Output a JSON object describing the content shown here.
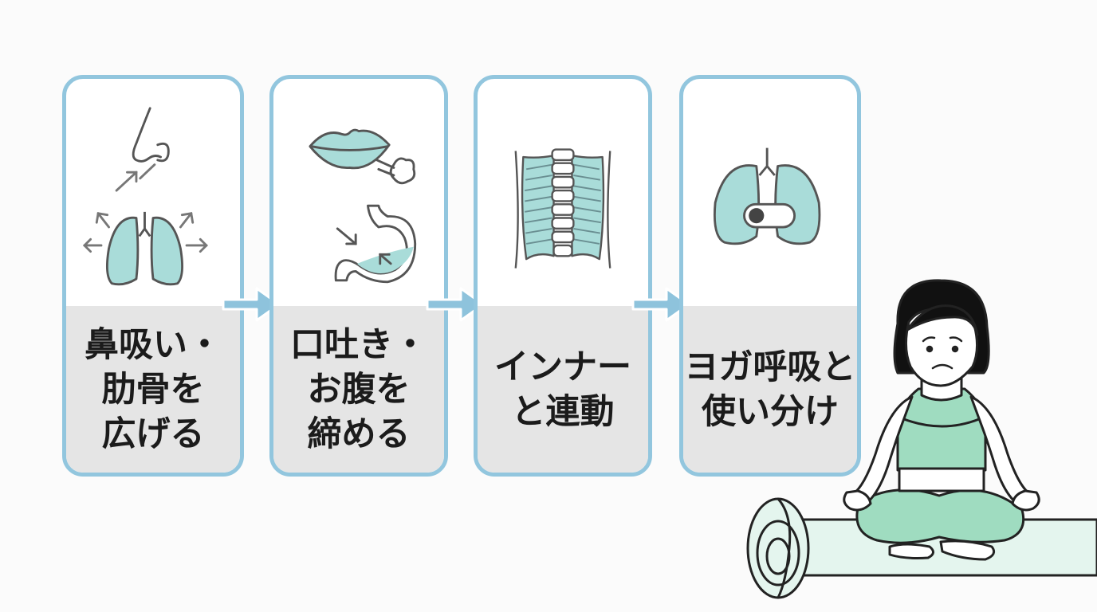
{
  "steps": [
    {
      "id": "step-1",
      "label": "鼻吸い・\n肋骨を\n広げる",
      "icons": [
        "nose-icon",
        "lungs-icon",
        "expand-arrows-icon"
      ]
    },
    {
      "id": "step-2",
      "label": "口吐き・\nお腹を\n締める",
      "icons": [
        "lips-icon",
        "breath-puff-icon",
        "stomach-icon"
      ]
    },
    {
      "id": "step-3",
      "label": "インナー\nと連動",
      "icons": [
        "spine-icon",
        "core-muscles-icon"
      ]
    },
    {
      "id": "step-4",
      "label": "ヨガ呼吸と\n使い分け",
      "icons": [
        "lungs-icon",
        "toggle-switch-icon"
      ]
    }
  ],
  "colors": {
    "card_border": "#92c6de",
    "label_bg": "#e5e5e5",
    "arrow": "#8ec3dc",
    "organ_fill": "#a9dcd9",
    "outfit": "#9fdcc0",
    "mat": "#e4f5ee",
    "line": "#333333"
  },
  "figure": {
    "icon": "person-meditating-icon",
    "expression": "worried"
  }
}
